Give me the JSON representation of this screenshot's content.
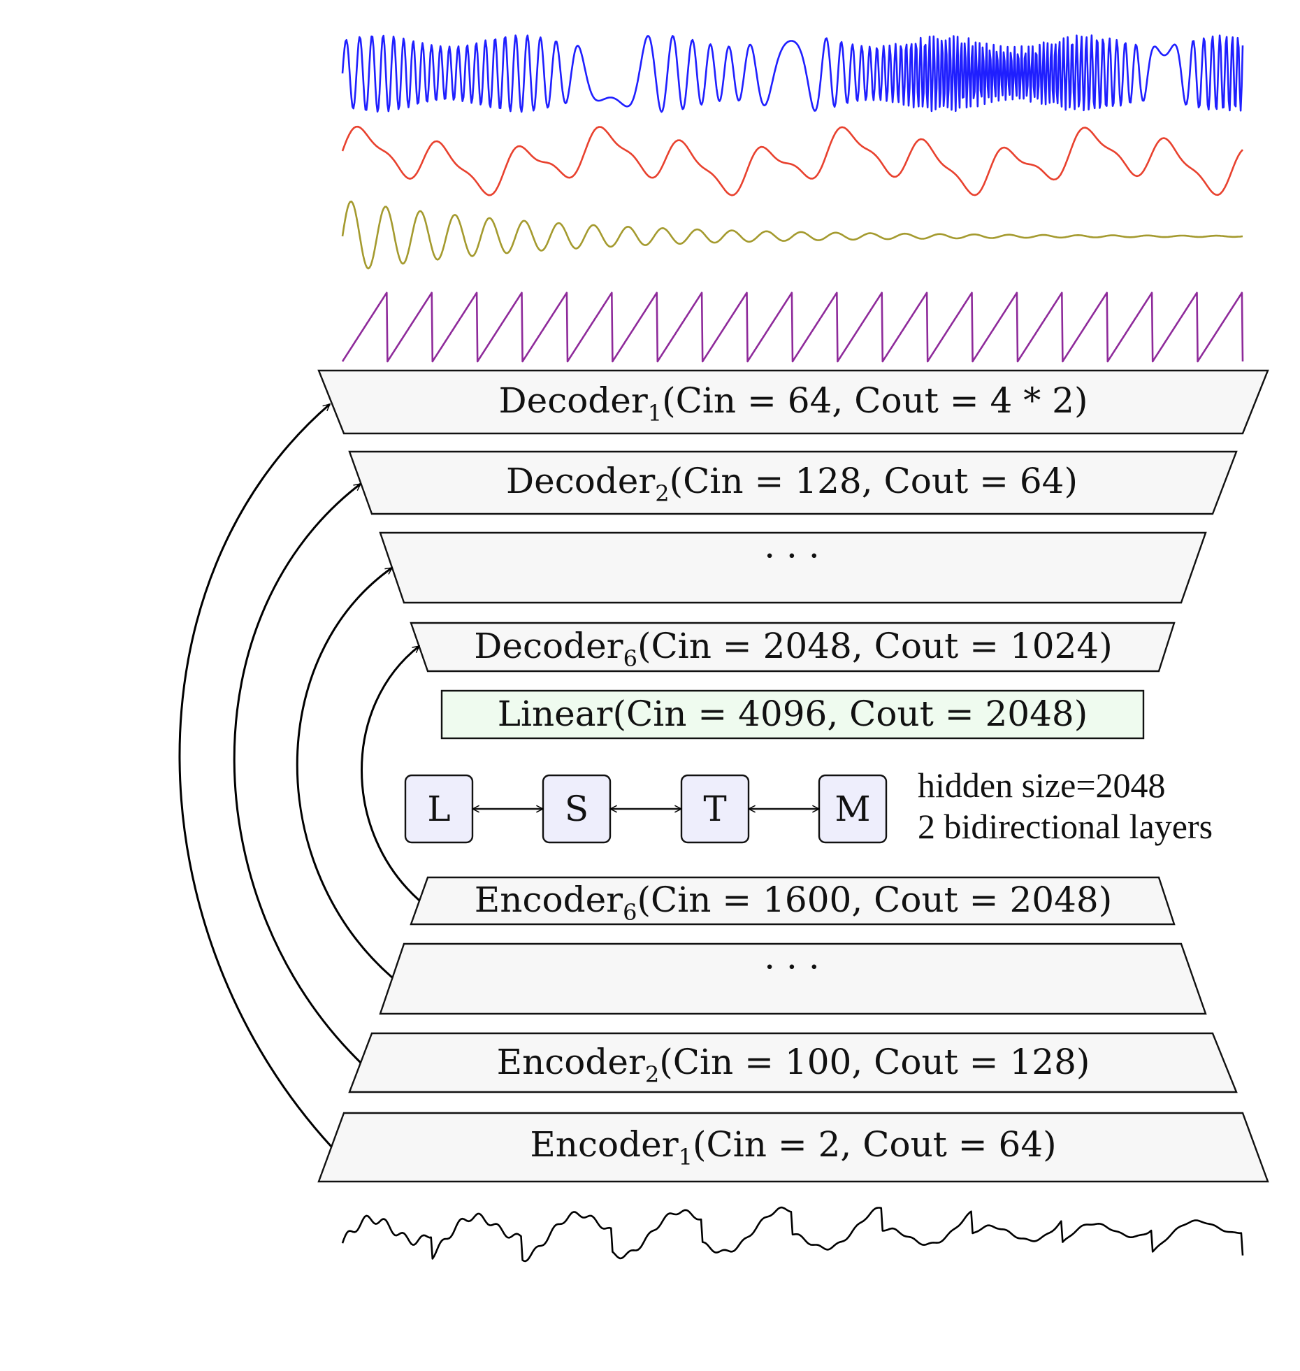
{
  "layers": {
    "decoder1": {
      "name": "Decoder",
      "sub": "1",
      "args": "(Cin = 64, Cout = 4 * 2)",
      "cin": "64",
      "cout": "4 * 2"
    },
    "decoder2": {
      "name": "Decoder",
      "sub": "2",
      "args": "(Cin = 128, Cout = 64)",
      "cin": "128",
      "cout": "64"
    },
    "decoder_dots": "· · ·",
    "decoder6": {
      "name": "Decoder",
      "sub": "6",
      "args": "(Cin = 2048, Cout = 1024)",
      "cin": "2048",
      "cout": "1024"
    },
    "linear": {
      "name": "Linear",
      "args": "(Cin = 4096, Cout = 2048)",
      "cin": "4096",
      "cout": "2048"
    },
    "encoder6": {
      "name": "Encoder",
      "sub": "6",
      "args": "(Cin = 1600, Cout = 2048)",
      "cin": "1600",
      "cout": "2048"
    },
    "encoder_dots": "· · ·",
    "encoder2": {
      "name": "Encoder",
      "sub": "2",
      "args": "(Cin = 100, Cout = 128)",
      "cin": "100",
      "cout": "128"
    },
    "encoder1": {
      "name": "Encoder",
      "sub": "1",
      "args": "(Cin = 2, Cout = 64)",
      "cin": "2",
      "cout": "64"
    }
  },
  "lstm": {
    "letters": [
      "L",
      "S",
      "T",
      "M"
    ],
    "hidden_size": "hidden size=2048",
    "layers_note": "2 bidirectional layers"
  },
  "colors": {
    "source_1": "#1f1fff",
    "source_2": "#e8412e",
    "source_3": "#a49a2e",
    "source_4": "#8e2a9a",
    "mixture": "#000000",
    "layer_fill": "#f7f7f7",
    "linear_fill": "#effbef",
    "lstm_fill": "#eeeefc"
  }
}
